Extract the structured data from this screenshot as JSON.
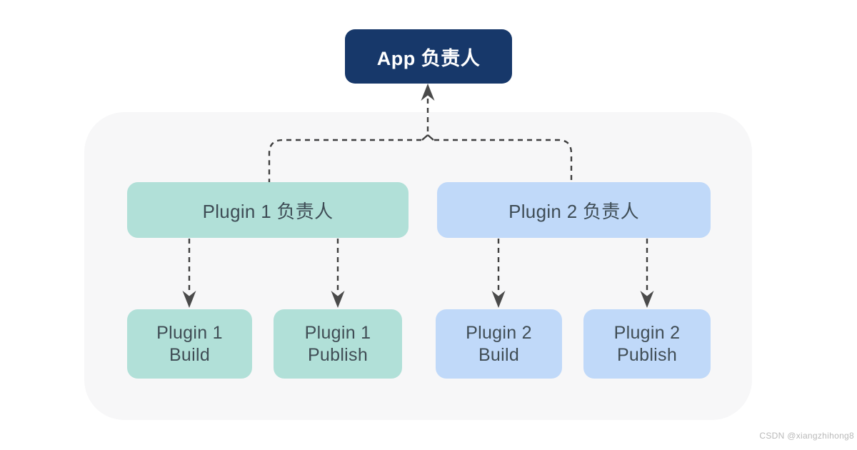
{
  "diagram": {
    "app_node": {
      "label": "App 负责人",
      "bg": "#17386a",
      "text_color": "#ffffff"
    },
    "groups": [
      {
        "name": "plugin1",
        "bg": "#b1e0d8",
        "parent_label": "Plugin 1 负责人",
        "children": [
          {
            "line1": "Plugin 1",
            "line2": "Build"
          },
          {
            "line1": "Plugin 1",
            "line2": "Publish"
          }
        ]
      },
      {
        "name": "plugin2",
        "bg": "#c0d9f9",
        "parent_label": "Plugin 2 负责人",
        "children": [
          {
            "line1": "Plugin 2",
            "line2": "Build"
          },
          {
            "line1": "Plugin 2",
            "line2": "Publish"
          }
        ]
      }
    ],
    "container_bg": "#f7f7f8",
    "connector_line_color": "#3f3f3f",
    "arrowhead_color": "#4a4a4a",
    "node_text_color": "#404d55"
  },
  "watermark": {
    "text": "CSDN @xiangzhihong8",
    "color": "#b9b9b9"
  }
}
